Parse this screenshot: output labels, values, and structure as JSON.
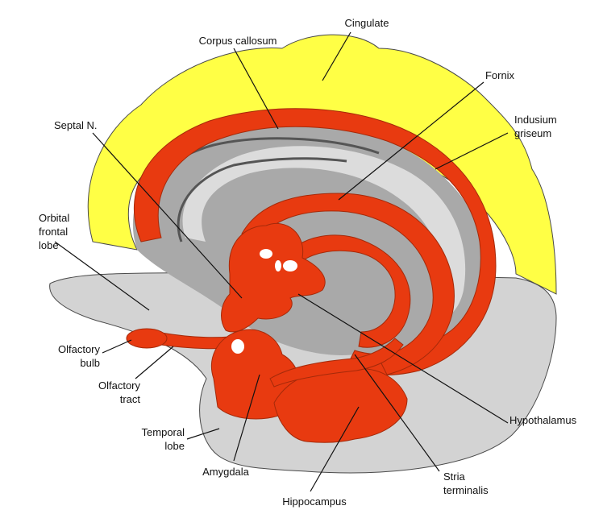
{
  "colors": {
    "limbic_red": "#e83a10",
    "cortex_yellow": "#ffff45",
    "lower_gray": "#d3d3d3",
    "inner_gray": "#a9a9a9",
    "ventricle_light": "#dcdcdc",
    "outline": "#4a4a4a"
  },
  "labels": {
    "cingulate": "Cingulate",
    "corpus_callosum": "Corpus callosum",
    "fornix": "Fornix",
    "septal_n": "Septal N.",
    "indusium_griseum": "Indusium\ngriseum",
    "orbital_frontal_lobe": "Orbital\nfrontal\nlobe",
    "olfactory_bulb": "Olfactory\nbulb",
    "olfactory_tract": "Olfactory\ntract",
    "temporal_lobe": "Temporal\nlobe",
    "hypothalamus": "Hypothalamus",
    "amygdala": "Amygdala",
    "stria_terminalis": "Stria\nterminalis",
    "hippocampus": "Hippocampus"
  }
}
